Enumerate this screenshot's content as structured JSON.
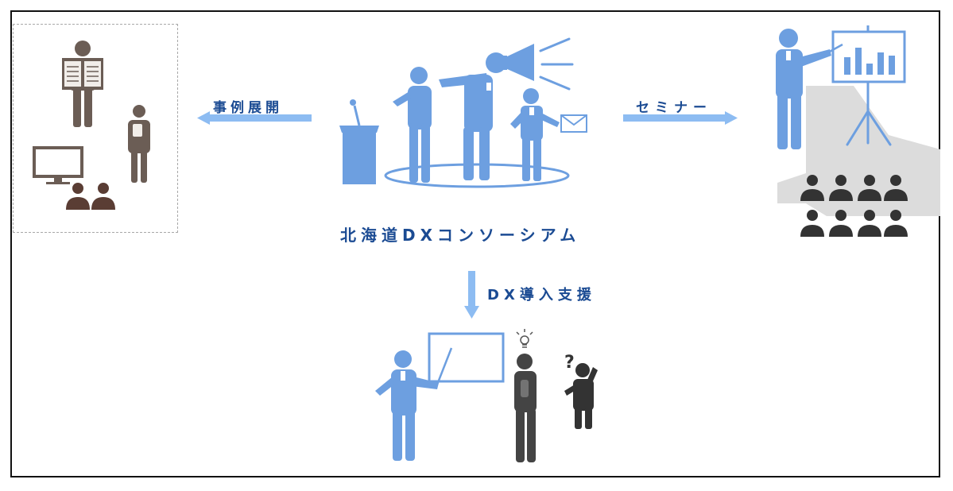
{
  "center": {
    "title": "北海道DXコンソーシアム"
  },
  "arrows": {
    "case_study": "事例展開",
    "seminar": "セミナー",
    "dx_support": "DX導入支援"
  },
  "icons": {
    "case_study": [
      "newspaper-reader-icon",
      "thinking-person-icon",
      "tv-icon",
      "audience-pair-icon"
    ],
    "center": [
      "podium-icon",
      "megaphone-person-icon",
      "envelope-icon",
      "ring-platform-icon"
    ],
    "seminar": [
      "presenter-icon",
      "chart-board-icon",
      "audience-icon"
    ],
    "dx_support": [
      "teacher-icon",
      "whiteboard-icon",
      "lightbulb-icon",
      "question-icon"
    ]
  },
  "colors": {
    "blue": "#6d9fe0",
    "arrow": "#8dbcf2",
    "label": "#1b4b93",
    "brown": "#6b5d55",
    "dark": "#333333",
    "gray": "#dcdcdc"
  }
}
